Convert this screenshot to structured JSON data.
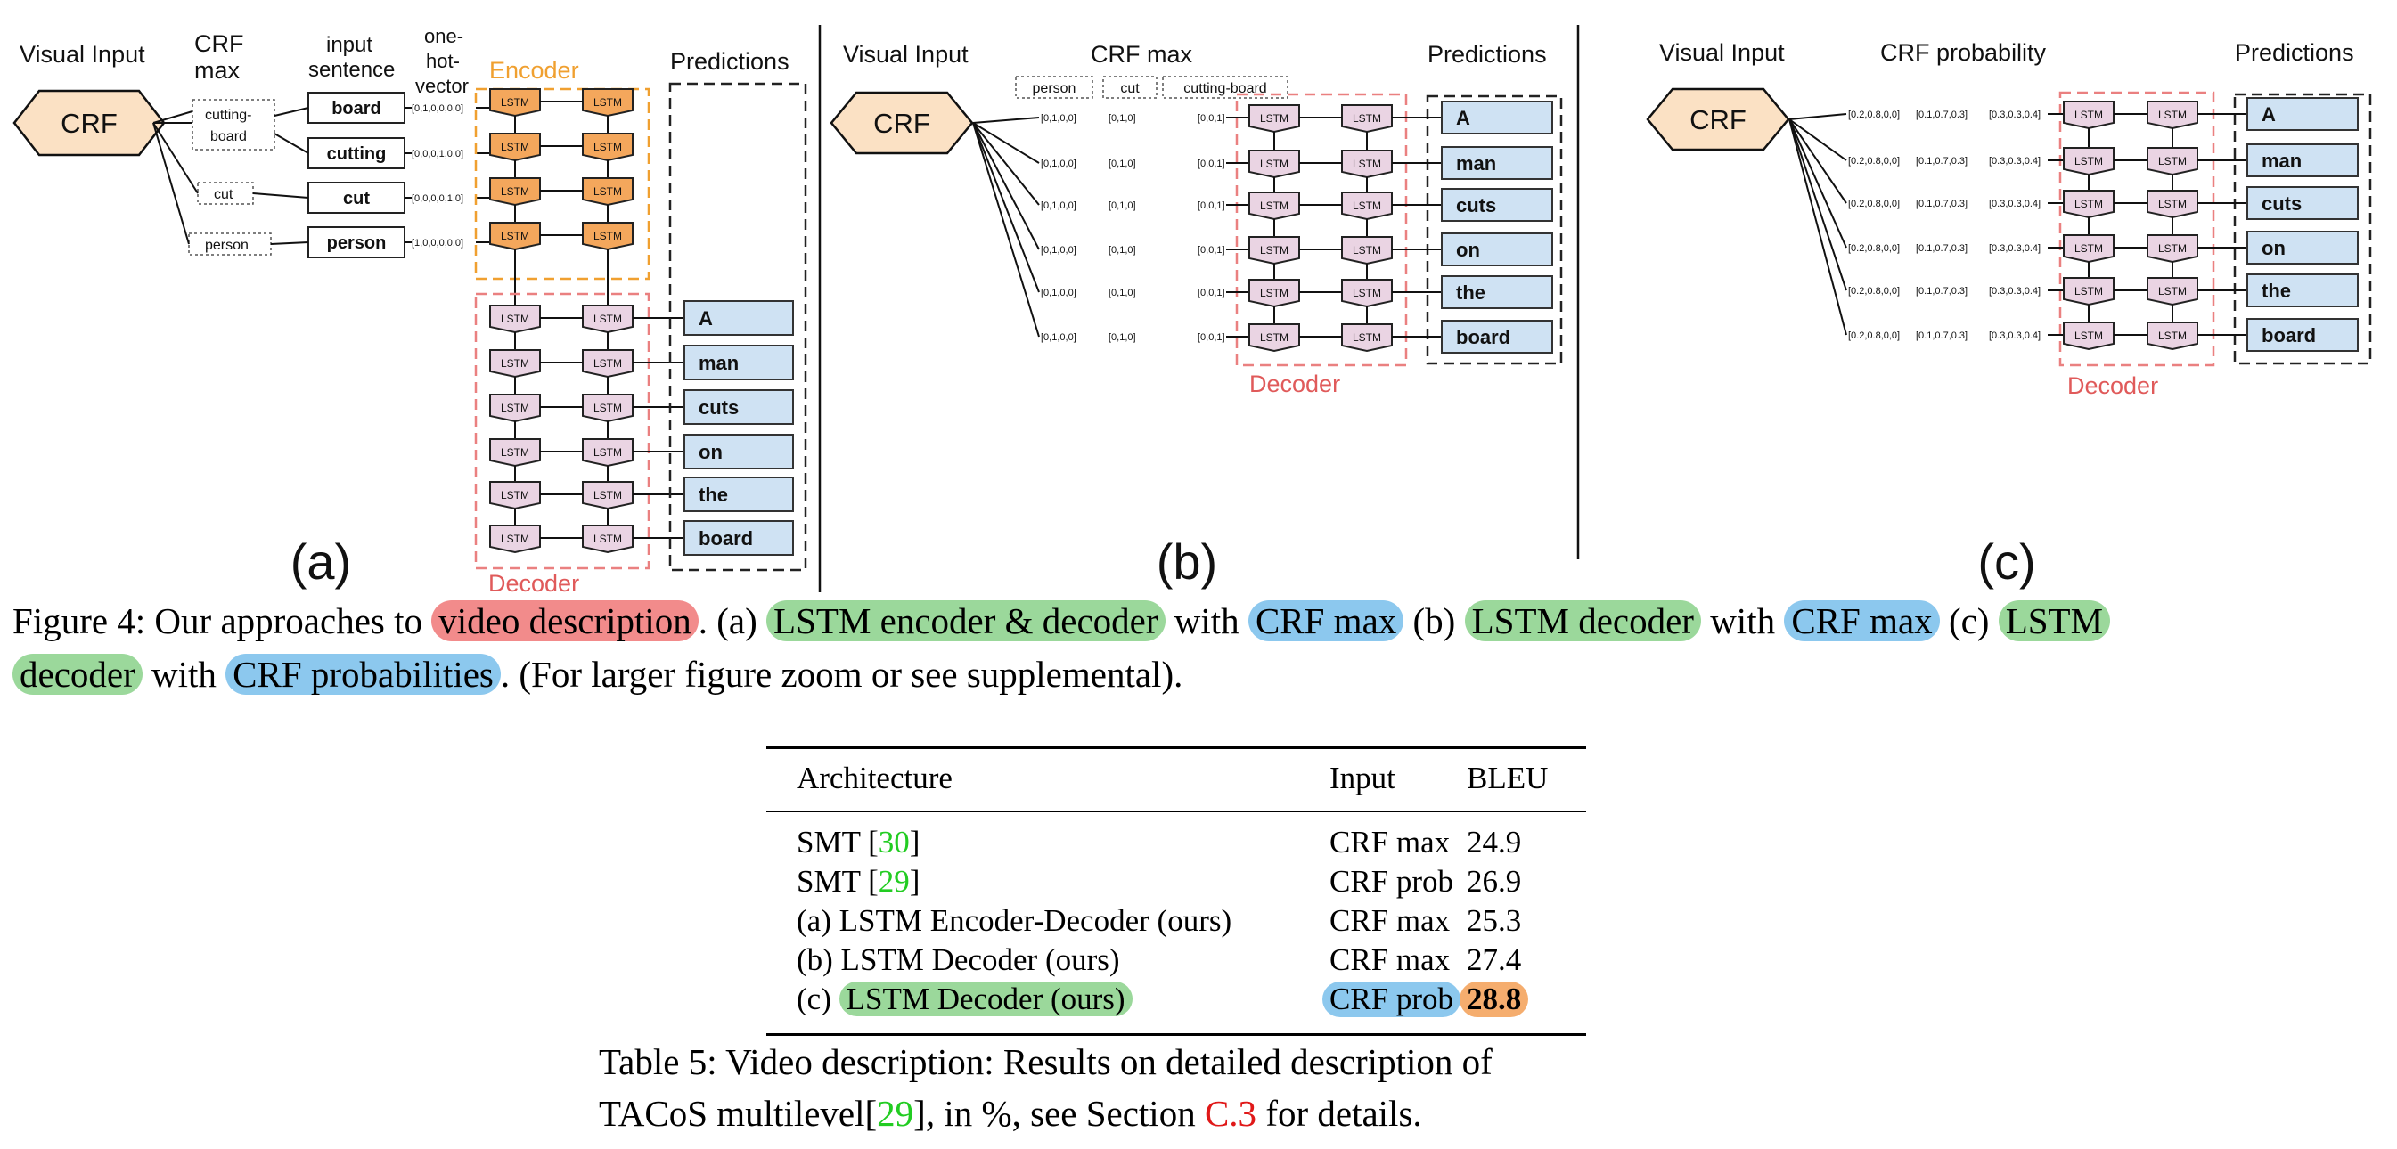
{
  "panel_a": {
    "headers": [
      "Visual Input",
      "CRF",
      "max",
      "input",
      "sentence",
      "one-",
      "hot-",
      "vector",
      "Predictions"
    ],
    "crf_label": "CRF",
    "crf_max_words": [
      "cutting-",
      "board",
      "cut",
      "person"
    ],
    "input_words": [
      "board",
      "cutting",
      "cut",
      "person"
    ],
    "one_hot_vectors": [
      "[0,1,0,0,0,0]",
      "[0,0,0,1,0,0]",
      "[0,0,0,0,1,0]",
      "[1,0,0,0,0,0]"
    ],
    "encoder_label": "Encoder",
    "decoder_label": "Decoder",
    "lstm_label": "LSTM",
    "predictions": [
      "A",
      "man",
      "cuts",
      "on",
      "the",
      "board"
    ],
    "panel_label": "(a)"
  },
  "panel_b": {
    "headers": [
      "Visual Input",
      "CRF max",
      "Predictions"
    ],
    "crf_label": "CRF",
    "column_headers": [
      "person",
      "cut",
      "cutting-board"
    ],
    "vectors": [
      "[0,1,0,0]",
      "[0,1,0]",
      "[0,0,1]"
    ],
    "decoder_label": "Decoder",
    "lstm_label": "LSTM",
    "predictions": [
      "A",
      "man",
      "cuts",
      "on",
      "the",
      "board"
    ],
    "panel_label": "(b)"
  },
  "panel_c": {
    "headers": [
      "Visual Input",
      "CRF probability",
      "Predictions"
    ],
    "crf_label": "CRF",
    "vectors": [
      "[0.2,0.8,0,0]",
      "[0.1,0.7,0.3]",
      "[0.3,0.3,0.4]"
    ],
    "decoder_label": "Decoder",
    "lstm_label": "LSTM",
    "predictions": [
      "A",
      "man",
      "cuts",
      "on",
      "the",
      "board"
    ],
    "panel_label": "(c)"
  },
  "figure_caption": {
    "line1": [
      {
        "t": "Figure 4: Our approaches to ",
        "hl": ""
      },
      {
        "t": "video description",
        "hl": "red"
      },
      {
        "t": ". (a) ",
        "hl": ""
      },
      {
        "t": "LSTM encoder & decoder",
        "hl": "green"
      },
      {
        "t": " with ",
        "hl": ""
      },
      {
        "t": "CRF max",
        "hl": "blue"
      },
      {
        "t": " (b) ",
        "hl": ""
      },
      {
        "t": "LSTM decoder",
        "hl": "green"
      },
      {
        "t": " with ",
        "hl": ""
      },
      {
        "t": "CRF max",
        "hl": "blue"
      },
      {
        "t": " (c) ",
        "hl": ""
      },
      {
        "t": "LSTM",
        "hl": "green"
      }
    ],
    "line2": [
      {
        "t": "decoder",
        "hl": "green"
      },
      {
        "t": " with ",
        "hl": ""
      },
      {
        "t": "CRF probabilities",
        "hl": "blue"
      },
      {
        "t": ". (For larger figure zoom or see supplemental).",
        "hl": ""
      }
    ]
  },
  "table": {
    "headers": [
      "Architecture",
      "Input",
      "BLEU"
    ],
    "rows": [
      {
        "arch_pre": "SMT [",
        "ref": "30",
        "arch_post": "]",
        "arch_hl": "",
        "input": "CRF max",
        "input_hl": "",
        "bleu": "24.9",
        "bleu_hl": ""
      },
      {
        "arch_pre": "SMT [",
        "ref": "29",
        "arch_post": "]",
        "arch_hl": "",
        "input": "CRF prob",
        "input_hl": "",
        "bleu": "26.9",
        "bleu_hl": ""
      },
      {
        "arch_pre": "(a) LSTM Encoder-Decoder (ours)",
        "ref": "",
        "arch_post": "",
        "arch_hl": "",
        "input": "CRF max",
        "input_hl": "",
        "bleu": "25.3",
        "bleu_hl": ""
      },
      {
        "arch_pre": "(b) LSTM Decoder (ours)",
        "ref": "",
        "arch_post": "",
        "arch_hl": "",
        "input": "CRF max",
        "input_hl": "",
        "bleu": "27.4",
        "bleu_hl": ""
      },
      {
        "arch_pre": "(c) ",
        "ref": "",
        "arch_post": "",
        "arch_hl": "LSTM Decoder (ours)",
        "input": "CRF prob",
        "input_hl": "blue",
        "bleu": "28.8",
        "bleu_hl": "orange"
      }
    ]
  },
  "table_caption": {
    "line1": "Table 5:  Video description:  Results on detailed description of",
    "line2_pre": "TACoS multilevel[",
    "line2_ref": "29",
    "line2_mid": "], in %, see Section ",
    "line2_sec": "C.3",
    "line2_post": " for details."
  },
  "colors": {
    "crf_fill": "#fbe1c4",
    "encoder_lstm": "#f4a75c",
    "decoder_lstm": "#ead4e3",
    "prediction_fill": "#cfe2f3",
    "encoder_border": "#f0a030",
    "decoder_border": "#ea8080",
    "decoder_text": "#e05a5a",
    "encoder_text": "#f0a030"
  }
}
